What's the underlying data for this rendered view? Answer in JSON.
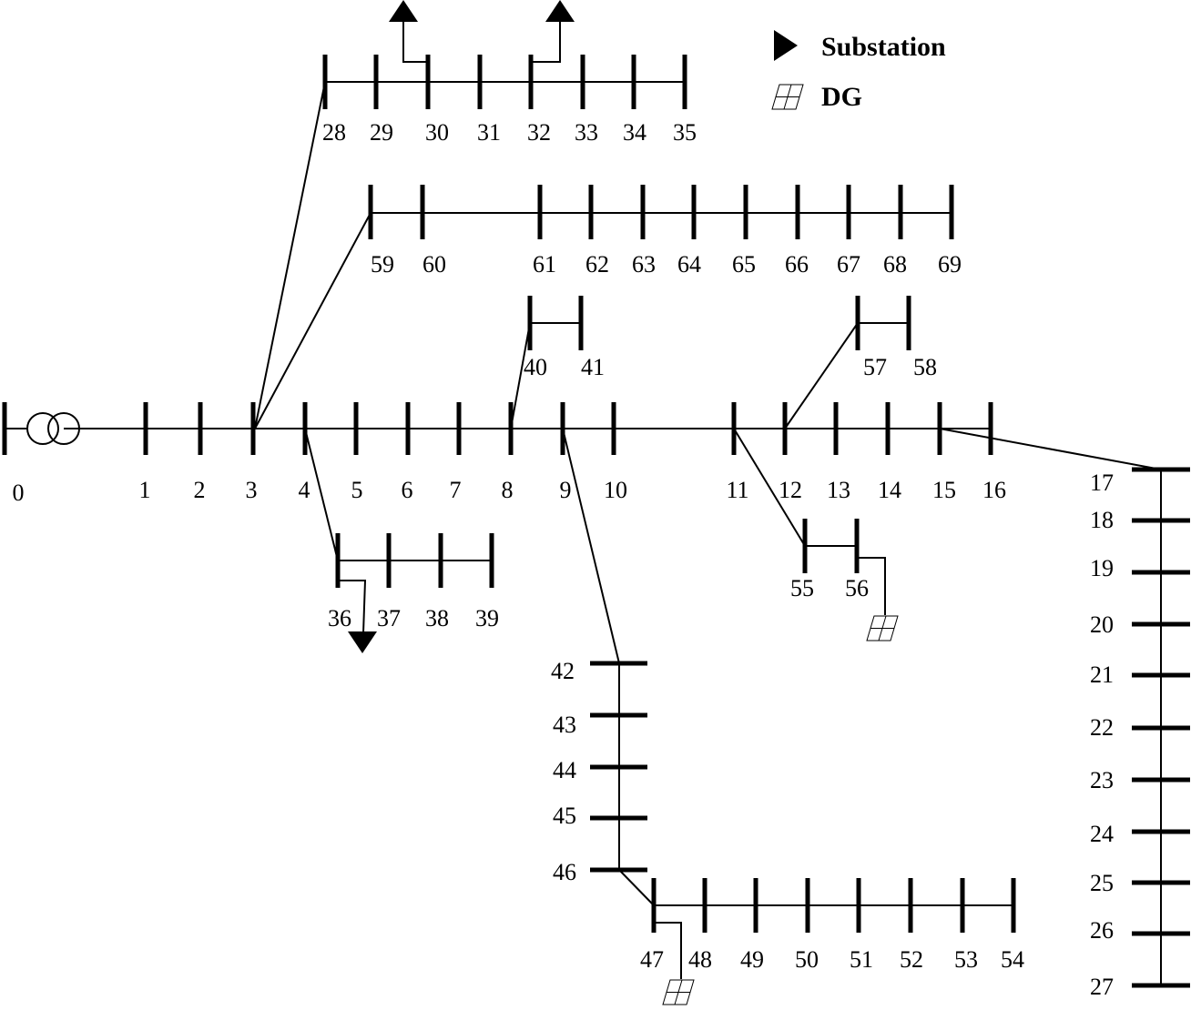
{
  "legend": {
    "substation_label": "Substation",
    "dg_label": "DG",
    "substation_icon": "filled-triangle",
    "dg_icon": "hatched-parallelogram"
  },
  "buses": [
    "0",
    "1",
    "2",
    "3",
    "4",
    "5",
    "6",
    "7",
    "8",
    "9",
    "10",
    "11",
    "12",
    "13",
    "14",
    "15",
    "16",
    "17",
    "18",
    "19",
    "20",
    "21",
    "22",
    "23",
    "24",
    "25",
    "26",
    "27",
    "28",
    "29",
    "30",
    "31",
    "32",
    "33",
    "34",
    "35",
    "36",
    "37",
    "38",
    "39",
    "40",
    "41",
    "42",
    "43",
    "44",
    "45",
    "46",
    "47",
    "48",
    "49",
    "50",
    "51",
    "52",
    "53",
    "54",
    "55",
    "56",
    "57",
    "58",
    "59",
    "60",
    "61",
    "62",
    "63",
    "64",
    "65",
    "66",
    "67",
    "68",
    "69"
  ],
  "colors": {
    "line": "#000000",
    "background": "#ffffff"
  }
}
